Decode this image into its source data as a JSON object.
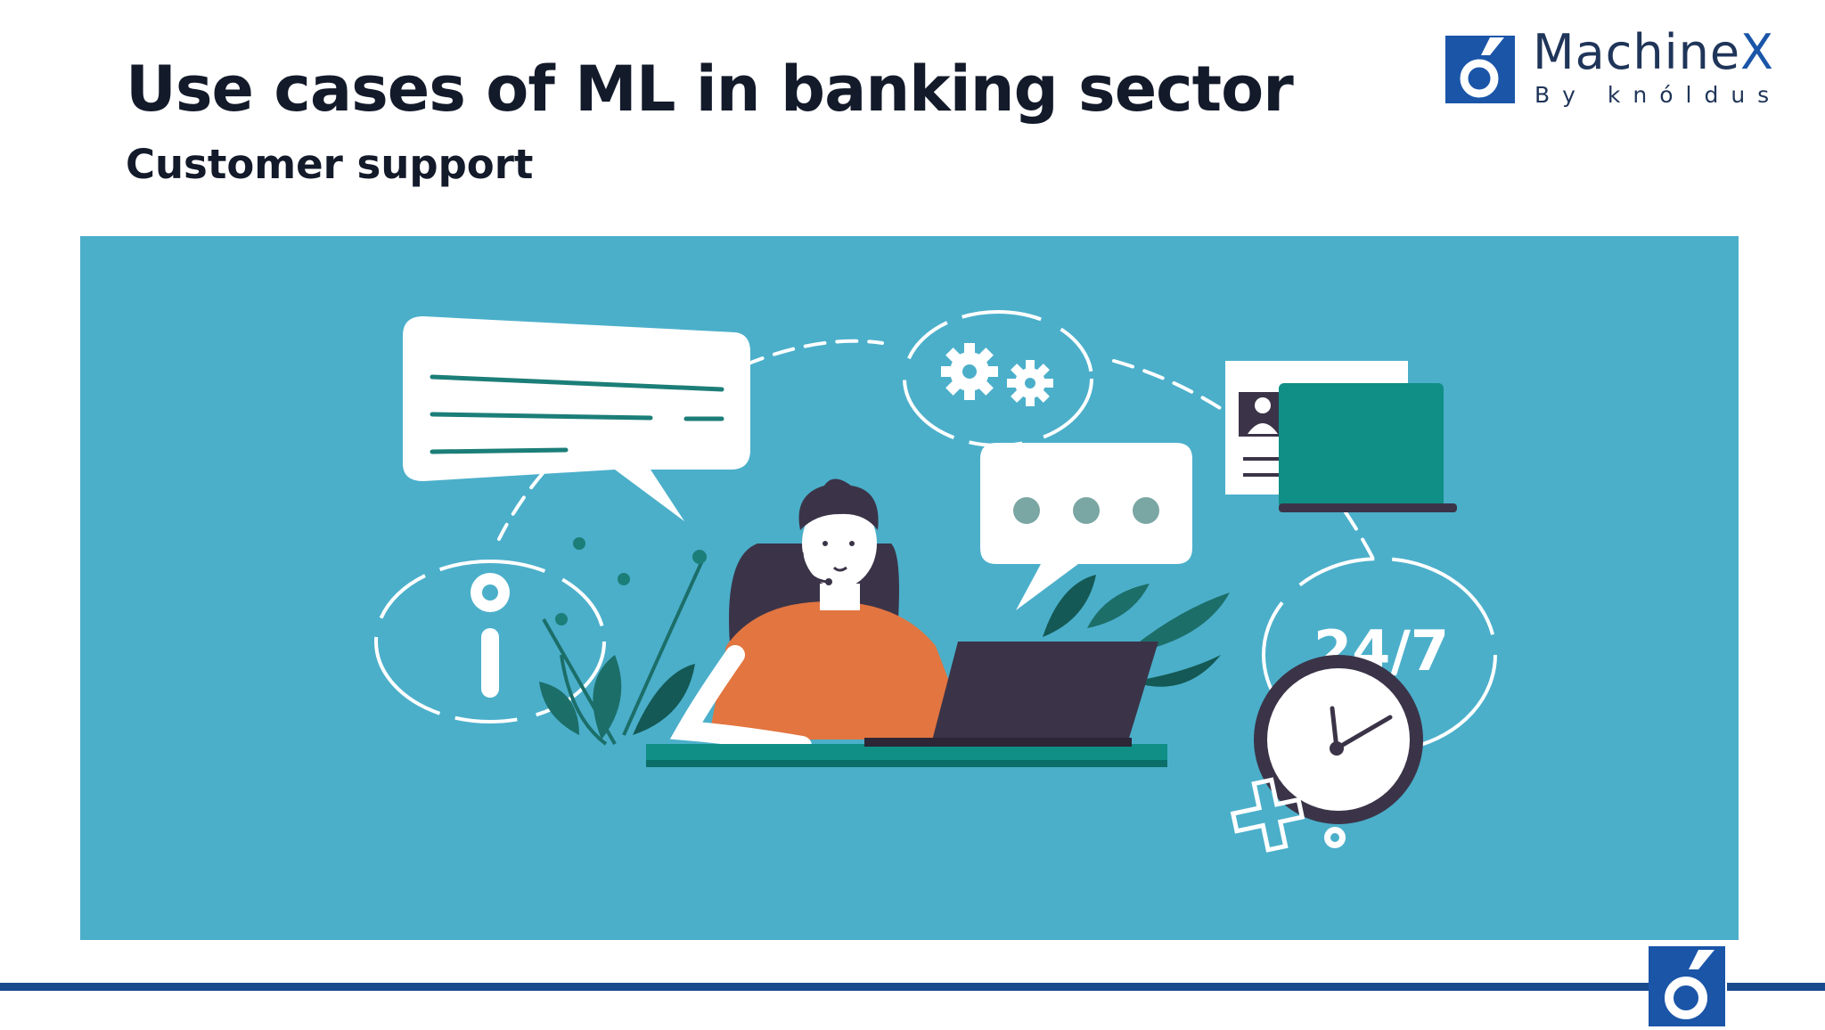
{
  "slide": {
    "title": "Use cases of ML in banking sector",
    "subtitle": "Customer support"
  },
  "logo": {
    "name_prefix": "Machine",
    "name_accent": "X",
    "tagline": "By knóldus"
  },
  "illustration": {
    "badge_text": "24/7",
    "icons": [
      "chat-bubble-icon",
      "gears-icon",
      "profile-card-icon",
      "typing-bubble-icon",
      "info-icon",
      "clock-icon",
      "support-agent",
      "laptop-icon",
      "plant-icon"
    ]
  },
  "colors": {
    "background": "#ffffff",
    "title": "#131a2a",
    "illustration_bg": "#4bafca",
    "brand_blue": "#1a4a8e",
    "teal": "#0f8f86",
    "shirt": "#e27540",
    "dark": "#3b3448"
  }
}
